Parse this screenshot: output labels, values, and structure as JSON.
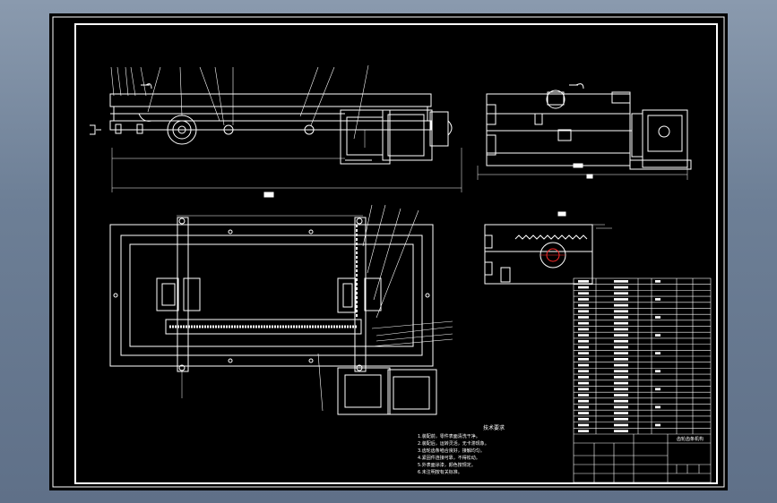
{
  "drawing": {
    "technical_notes": {
      "title": "技术要求",
      "items": [
        "1.装配前，零件表面清洗干净。",
        "2.装配后，运转灵活，无卡滞现象。",
        "3.齿轮齿条啮合良好，接触均匀。",
        "4.紧固件连接可靠，不得松动。",
        "5.外表面涂漆，颜色按规定。",
        "6.未注明按有关标准。"
      ]
    },
    "title_block": {
      "part_name": "齿轮齿条机构",
      "rows": 26
    },
    "colors": {
      "background": "#000000",
      "line": "#ffffff",
      "accent": "#ff2a2a",
      "outer": "#7a8ba2"
    }
  }
}
